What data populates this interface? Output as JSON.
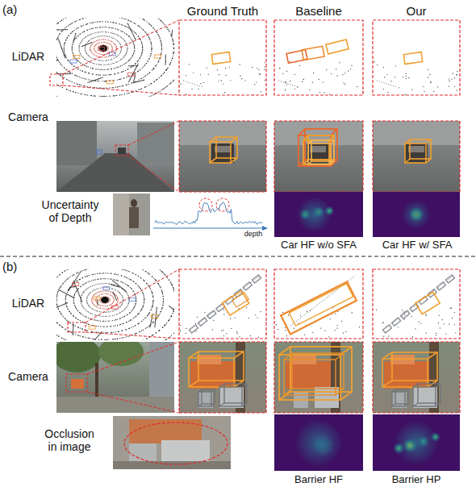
{
  "diagram": {
    "labels": [
      "(a)",
      "Ground Truth",
      "Baseline",
      "Our",
      "LiDAR",
      "Camera",
      "Uncertainty of Depth",
      "depth",
      "Car HF w/o SFA",
      "Car HF w/ SFA",
      "(b)",
      "LiDAR",
      "Camera",
      "Occlusion in image",
      "Barrier HF",
      "Barrier HP"
    ]
  }
}
